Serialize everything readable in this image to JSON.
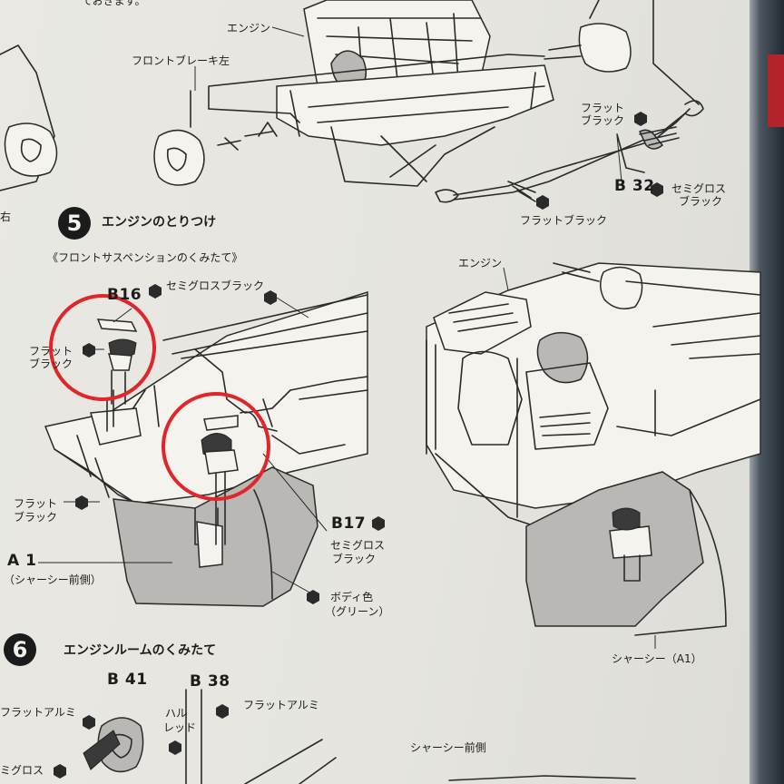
{
  "page": {
    "top_note": "ておきます。",
    "step5": {
      "number": "5",
      "title": "エンジンのとりつけ",
      "subtitle": "《フロントサスペンションのくみたて》"
    },
    "step6": {
      "number": "6",
      "title": "エンジンルームのくみたて"
    }
  },
  "labels": {
    "engine_top": "エンジン",
    "front_brake_left": "フロントブレーキ左",
    "right_fragment": "右",
    "flat_black_top": [
      "フラット",
      "ブラック"
    ],
    "b32": "B 32",
    "b32_color": [
      "セミグロス",
      "ブラック"
    ],
    "flat_black_rod": "フラットブラック",
    "engine_mid": "エンジン",
    "b16": "B16",
    "b16_color": "セミグロスブラック",
    "b16_flat": [
      "フラット",
      "ブラック"
    ],
    "flat_black_left": [
      "フラット",
      "ブラック"
    ],
    "a1": "A 1",
    "a1_desc": "（シャーシー前側）",
    "b17": "B17",
    "b17_color": [
      "セミグロス",
      "ブラック"
    ],
    "body_color": [
      "ボディ色",
      "（グリーン）"
    ],
    "chassis_a1": "シャーシー（A1）",
    "b41": "B 41",
    "b38": "B 38",
    "flat_alumi_left": "フラットアルミ",
    "flat_alumi_right": "フラットアルミ",
    "half_red": [
      "ハル",
      "レッド"
    ],
    "semigloss_fragment": "ミグロス",
    "chassis_front": "シャーシー前側"
  },
  "colors": {
    "paper": "#e9e8e2",
    "ink": "#1c1c1c",
    "highlight_circle": "#e0262b",
    "chassis_gray": "#b9b8b4"
  },
  "icons": [
    "hex-paint-marker-icon",
    "step-number-badge-icon",
    "assembly-arrow-icon"
  ]
}
